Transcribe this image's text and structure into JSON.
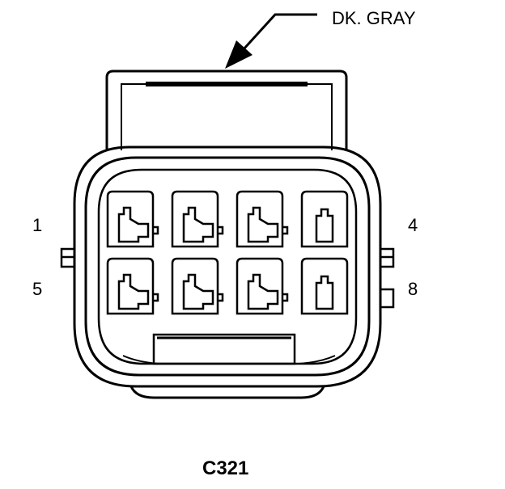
{
  "diagram": {
    "wire_color_label": "DK. GRAY",
    "connector_id": "C321",
    "pin_labels": {
      "top_left": "1",
      "bottom_left": "5",
      "top_right": "4",
      "bottom_right": "8"
    },
    "cavity_count": 8,
    "cavity_rows": 2,
    "cavity_columns": 4,
    "line_color": "#000000",
    "background_color": "#ffffff"
  }
}
